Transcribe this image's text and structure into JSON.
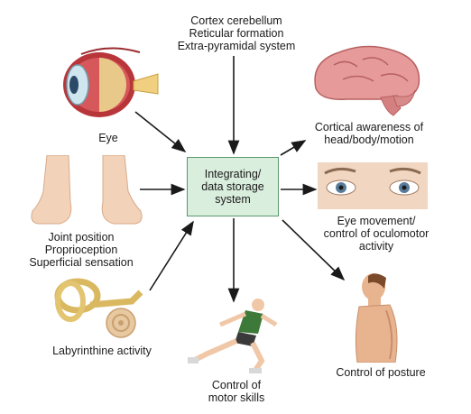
{
  "center": {
    "label": "Integrating/\ndata storage\nsystem"
  },
  "inputs": {
    "top": "Cortex cerebellum\nReticular formation\nExtra-pyramidal system",
    "eye": "Eye",
    "joint": "Joint position\nProprioception\nSuperficial sensation",
    "labyrinth": "Labyrinthine activity"
  },
  "outputs": {
    "cortical": "Cortical awareness of\nhead/body/motion",
    "eye_movement": "Eye movement/\ncontrol of oculomotor\nactivity",
    "motor": "Control of\nmotor skills",
    "posture": "Control of posture"
  },
  "icons": {
    "eye": "eye-anatomy-icon",
    "feet": "feet-icon",
    "ear": "inner-ear-icon",
    "brain": "brain-icon",
    "eyes": "eyes-face-icon",
    "runner": "running-boy-icon",
    "torso": "torso-icon"
  },
  "colors": {
    "box_fill": "#d9eedd",
    "box_border": "#5a9a6a",
    "arrow": "#1a1a1a"
  }
}
